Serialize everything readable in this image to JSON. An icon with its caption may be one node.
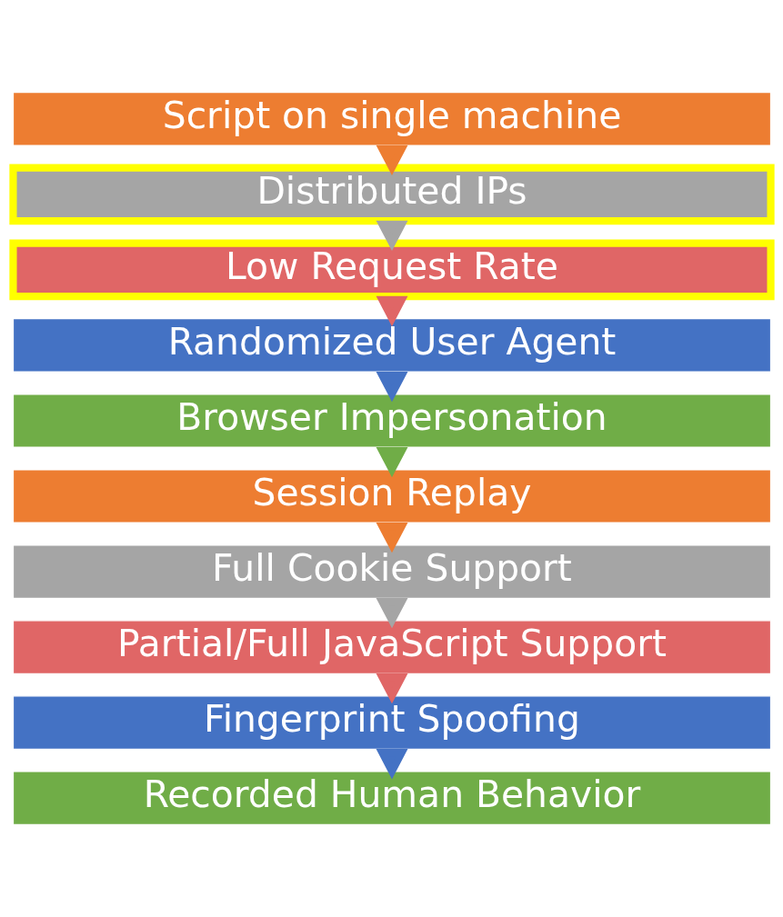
{
  "diagram": {
    "nodes": [
      {
        "text": [
          "Script on single machine"
        ]
      },
      {
        "text": [
          "Distributed IPs"
        ]
      },
      {
        "text": [
          "Low Request Rate"
        ]
      },
      {
        "text": [
          "Randomized User Agent"
        ]
      },
      {
        "text": [
          "Browser Impersonation"
        ]
      },
      {
        "text": [
          "Session Replay"
        ]
      },
      {
        "text": [
          "Full Cookie Support"
        ]
      },
      {
        "text": [
          "Partial/Full JavaScript Support"
        ]
      },
      {
        "text": [
          "Fingerprint Spoofing"
        ]
      },
      {
        "text": [
          "Recorded Human Behavior"
        ]
      }
    ],
    "edges": [
      {
        "from": 0,
        "to": 1,
        "arrow": "to",
        "color": "#ed7d31"
      },
      {
        "from": 1,
        "to": 2,
        "arrow": "to",
        "color": "#a5a5a5"
      },
      {
        "from": 2,
        "to": 3,
        "arrow": "to",
        "color": "#e06666"
      },
      {
        "from": 3,
        "to": 4,
        "arrow": "to",
        "color": "#4472c4"
      },
      {
        "from": 4,
        "to": 5,
        "arrow": "to",
        "color": "#70ad47"
      },
      {
        "from": 5,
        "to": 6,
        "arrow": "to",
        "color": "#ed7d31"
      },
      {
        "from": 6,
        "to": 7,
        "arrow": "to",
        "color": "#a5a5a5"
      },
      {
        "from": 7,
        "to": 8,
        "arrow": "to",
        "color": "#e06666"
      },
      {
        "from": 8,
        "to": 9,
        "arrow": "to",
        "color": "#4472c4"
      }
    ]
  }
}
